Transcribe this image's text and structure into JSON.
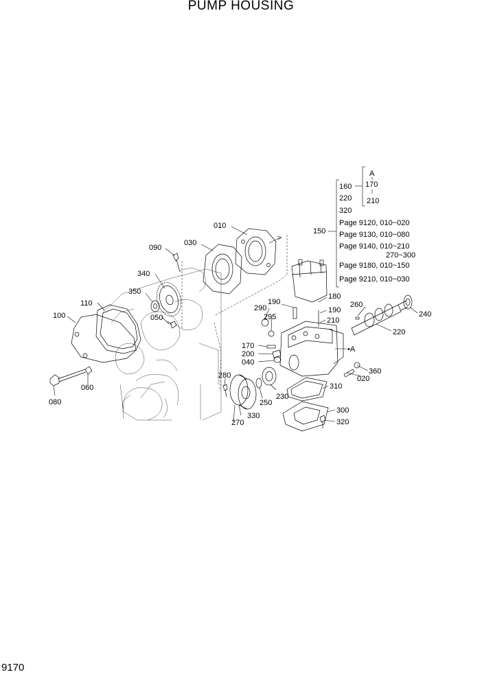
{
  "title": "PUMP HOUSING",
  "page_number": "9170",
  "callouts": {
    "p010": "010",
    "p020": "020",
    "p030": "030",
    "p040": "040",
    "p050": "050",
    "p060": "060",
    "p080": "080",
    "p090": "090",
    "p100": "100",
    "p110": "110",
    "p150": "150",
    "p160": "160",
    "p170": "170",
    "p170b": "170",
    "p180": "180",
    "p190a": "190",
    "p190b": "190",
    "p200": "200",
    "p210": "210",
    "p210b": "210",
    "p220": "220",
    "p220b": "220",
    "p230": "230",
    "p240": "240",
    "p250": "250",
    "p260": "260",
    "p270": "270",
    "p280": "280",
    "p290": "290",
    "p295": "295",
    "p300": "300",
    "p310": "310",
    "p320": "320",
    "p320b": "320",
    "p330": "330",
    "p340": "340",
    "p350": "350",
    "p360": "360"
  },
  "reference_marker": "A",
  "reference_marker_end": "•A",
  "page_refs": [
    "Page 9120, 010~020",
    "Page 9130, 010~080",
    "Page 9140, 010~210",
    "270~300",
    "Page 9180, 010~150",
    "Page 9210, 010~030"
  ]
}
